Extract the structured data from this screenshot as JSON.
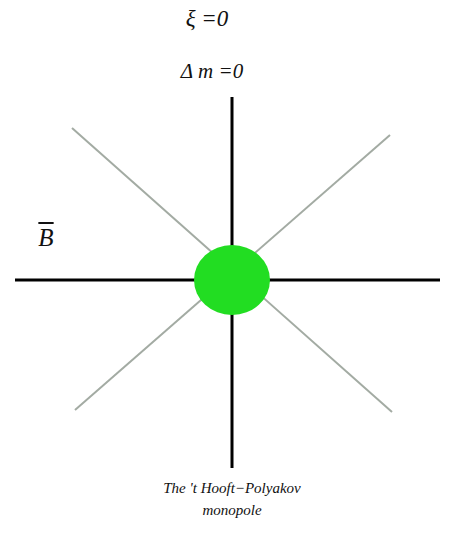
{
  "diagram": {
    "caption": "The 't Hooft−Polyakov monopole",
    "labels": [
      "ξ =0",
      "Δ m =0",
      "B"
    ]
  }
}
